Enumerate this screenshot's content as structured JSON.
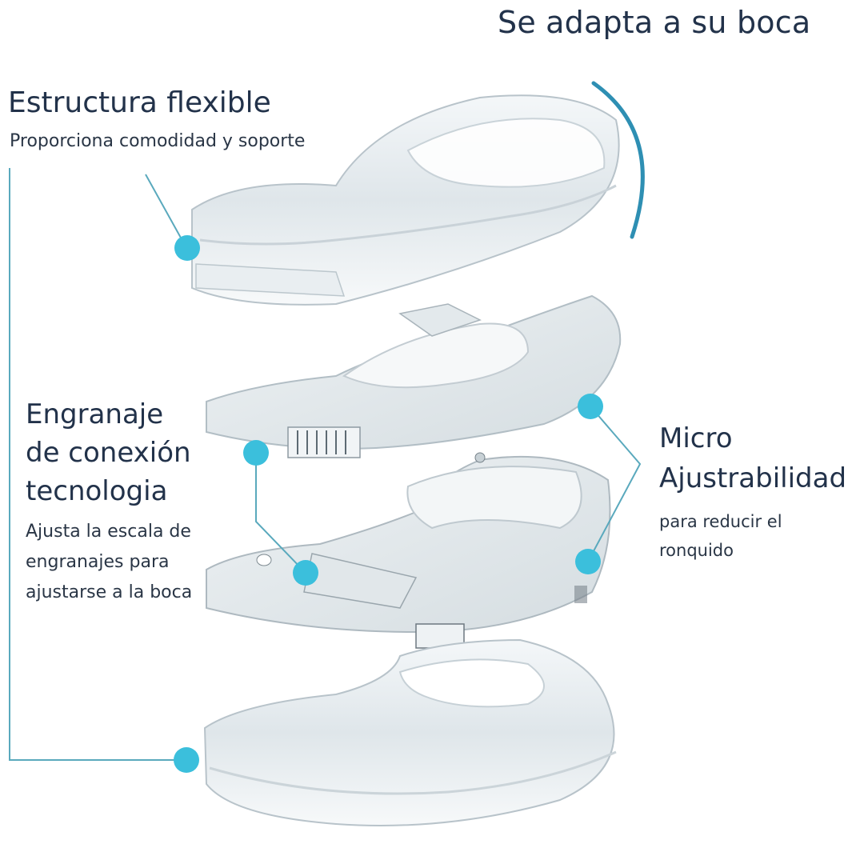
{
  "top_caption": "Se adapta a su boca",
  "flexible_structure": {
    "title": "Estructura flexible",
    "subtitle": "Proporciona comodidad y soporte"
  },
  "connection_gear": {
    "title_lines": [
      "Engranaje",
      "de conexión",
      "tecnologia"
    ],
    "description_lines": [
      "Ajusta la escala de",
      "engranajes para",
      "ajustarse a la boca"
    ]
  },
  "micro_adjustability": {
    "title_lines": [
      "Micro",
      "Ajustrabilidad"
    ],
    "description_lines": [
      "para reducir el",
      "ronquido"
    ]
  },
  "colors": {
    "accent": "#3bbfdc",
    "line": "#5aa9bd",
    "text": "#22324a"
  },
  "icons": [
    "callout-dot",
    "curved-arc"
  ]
}
